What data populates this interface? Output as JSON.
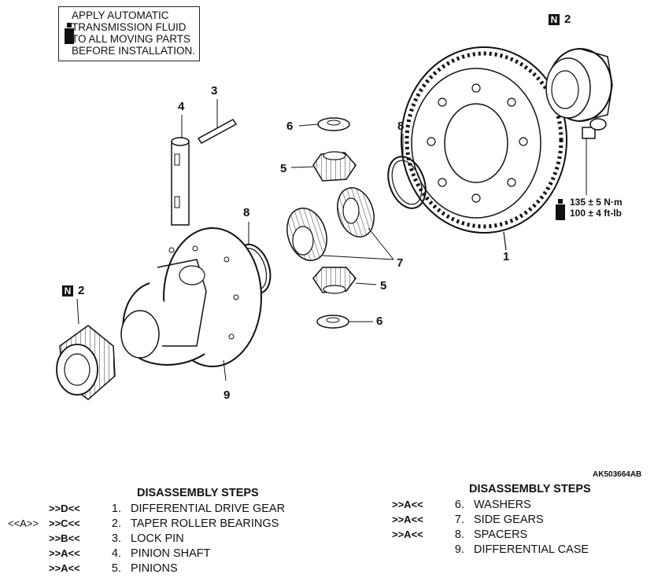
{
  "note": {
    "lines": [
      "APPLY AUTOMATIC",
      "TRANSMISSION FLUID",
      "TO ALL MOVING PARTS",
      "BEFORE INSTALLATION."
    ]
  },
  "callouts": {
    "c1": "1",
    "c2_top": "2",
    "c2_left": "2",
    "c3": "3",
    "c4": "4",
    "c5_top": "5",
    "c5_bottom": "5",
    "c6_top": "6",
    "c6_bottom": "6",
    "c7": "7",
    "c8_left": "8",
    "c8_right": "8",
    "c9": "9",
    "n_badge": "N"
  },
  "torque": {
    "line1": "135 ± 5 N·m",
    "line2": "100 ± 4 ft-lb"
  },
  "figure_code": "AK503664AB",
  "steps_left": {
    "title": "DISASSEMBLY STEPS",
    "rows": [
      {
        "pre": "",
        "mark": ">>D<<",
        "num": "1.",
        "name": "DIFFERENTIAL DRIVE GEAR"
      },
      {
        "pre": "<<A>>",
        "mark": ">>C<<",
        "num": "2.",
        "name": "TAPER ROLLER BEARINGS"
      },
      {
        "pre": "",
        "mark": ">>B<<",
        "num": "3.",
        "name": "LOCK PIN"
      },
      {
        "pre": "",
        "mark": ">>A<<",
        "num": "4.",
        "name": "PINION SHAFT"
      },
      {
        "pre": "",
        "mark": ">>A<<",
        "num": "5.",
        "name": "PINIONS"
      }
    ]
  },
  "steps_right": {
    "title": "DISASSEMBLY STEPS",
    "rows": [
      {
        "mark": ">>A<<",
        "num": "6.",
        "name": "WASHERS"
      },
      {
        "mark": ">>A<<",
        "num": "7.",
        "name": "SIDE GEARS"
      },
      {
        "mark": ">>A<<",
        "num": "8.",
        "name": "SPACERS"
      },
      {
        "mark": "",
        "num": "9.",
        "name": "DIFFERENTIAL CASE"
      }
    ]
  }
}
